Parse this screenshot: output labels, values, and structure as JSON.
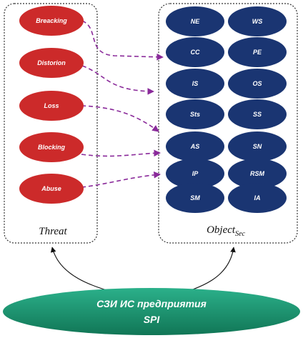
{
  "threat_box": {
    "title": "Threat",
    "items": [
      {
        "label": "Breacking"
      },
      {
        "label": "Distorion"
      },
      {
        "label": "Loss"
      },
      {
        "label": "Blocking"
      },
      {
        "label": "Abuse"
      }
    ]
  },
  "object_box": {
    "title_main": "Object",
    "title_sub": "Sec",
    "items": [
      {
        "label": "NE"
      },
      {
        "label": "WS"
      },
      {
        "label": "CC"
      },
      {
        "label": "PE"
      },
      {
        "label": "IS"
      },
      {
        "label": "OS"
      },
      {
        "label": "Sts"
      },
      {
        "label": "SS"
      },
      {
        "label": "AS"
      },
      {
        "label": "SN"
      },
      {
        "label": "IP"
      },
      {
        "label": "RSM"
      },
      {
        "label": "SM"
      },
      {
        "label": "IA"
      }
    ]
  },
  "base": {
    "line1": "СЗИ ИС предприятия",
    "line2": "SPI"
  },
  "colors": {
    "threat_fill": "#cc2a2a",
    "object_fill": "#1a3572",
    "base_fill": "#1a8a67",
    "arrow_color": "#8a2a9a"
  }
}
